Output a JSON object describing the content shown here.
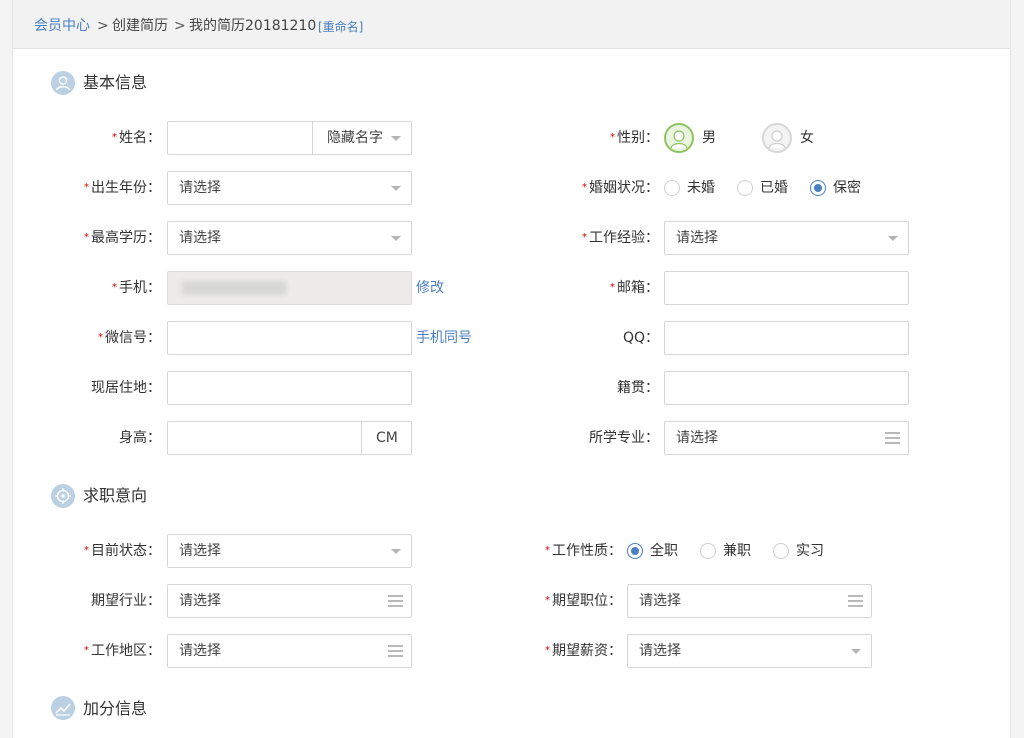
{
  "breadcrumb": {
    "home": "会员中心",
    "sep": ">",
    "create": "创建简历",
    "current": "我的简历20181210",
    "rename": "[重命名]"
  },
  "sections": {
    "basic": "基本信息",
    "intent": "求职意向",
    "bonus": "加分信息"
  },
  "required_mark": "*",
  "basic": {
    "name": {
      "label": "姓名：",
      "value": "",
      "hide_option": "隐藏名字"
    },
    "gender": {
      "label": "性别：",
      "male": "男",
      "female": "女",
      "selected": "男"
    },
    "birth_year": {
      "label": "出生年份：",
      "value": "请选择"
    },
    "marital": {
      "label": "婚姻状况：",
      "options": [
        "未婚",
        "已婚",
        "保密"
      ],
      "selected": "保密"
    },
    "education": {
      "label": "最高学历：",
      "value": "请选择"
    },
    "experience": {
      "label": "工作经验：",
      "value": "请选择"
    },
    "phone": {
      "label": "手机：",
      "value": "",
      "action": "修改"
    },
    "email": {
      "label": "邮箱：",
      "value": ""
    },
    "wechat": {
      "label": "微信号：",
      "value": "",
      "action": "手机同号"
    },
    "qq": {
      "label": "QQ：",
      "value": ""
    },
    "residence": {
      "label": "现居住地：",
      "value": ""
    },
    "native": {
      "label": "籍贯：",
      "value": ""
    },
    "height": {
      "label": "身高：",
      "value": "",
      "unit": "CM"
    },
    "major": {
      "label": "所学专业：",
      "value": "请选择"
    }
  },
  "intent": {
    "status": {
      "label": "目前状态：",
      "value": "请选择"
    },
    "job_type": {
      "label": "工作性质：",
      "options": [
        "全职",
        "兼职",
        "实习"
      ],
      "selected": "全职"
    },
    "industry": {
      "label": "期望行业：",
      "value": "请选择"
    },
    "position": {
      "label": "期望职位：",
      "value": "请选择"
    },
    "location": {
      "label": "工作地区：",
      "value": "请选择"
    },
    "salary": {
      "label": "期望薪资：",
      "value": "请选择"
    }
  },
  "colors": {
    "accent": "#4a7fc1",
    "required": "#d60000",
    "male": "#8cc464"
  }
}
